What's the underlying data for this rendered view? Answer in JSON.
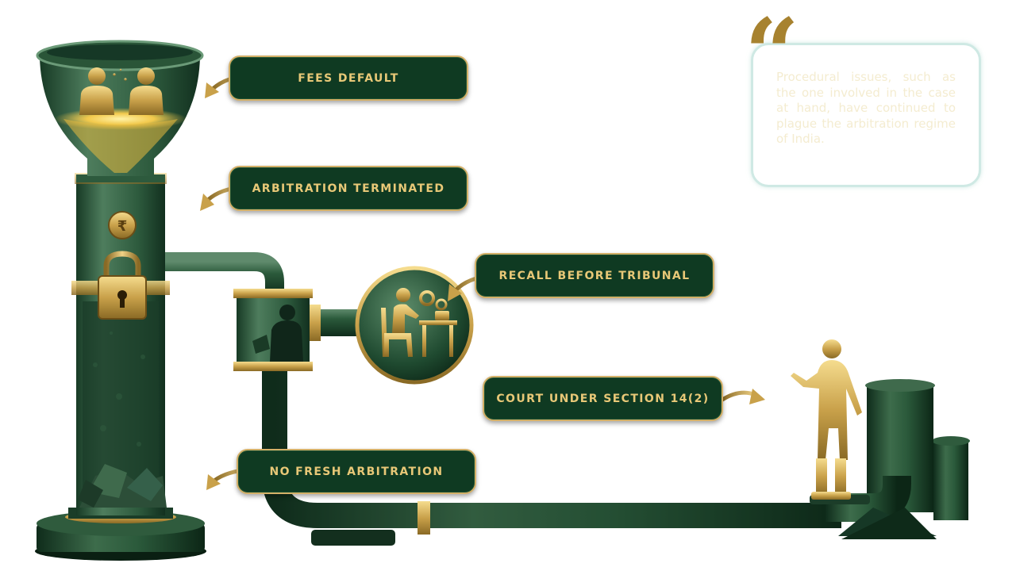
{
  "labels": {
    "fees_default": "FEES DEFAULT",
    "arbitration_terminated": "ARBITRATION TERMINATED",
    "recall_before_tribunal": "RECALL BEFORE TRIBUNAL",
    "court_section": "COURT UNDER SECTION 14(2)",
    "no_fresh_arbitration": "NO FRESH ARBITRATION"
  },
  "quote": {
    "mark": "“",
    "text": "Procedural issues, such as the one involved in the case at hand, have continued to plague the arbitration regime of India."
  },
  "icons": {
    "currency": "₹"
  },
  "colors": {
    "pipe_green": "#1f4a30",
    "label_bg": "#0f3a22",
    "gold": "#d4b068",
    "gold_text": "#e8c877",
    "quote_mark": "#a7822f",
    "quote_border": "#cfe9e4"
  }
}
